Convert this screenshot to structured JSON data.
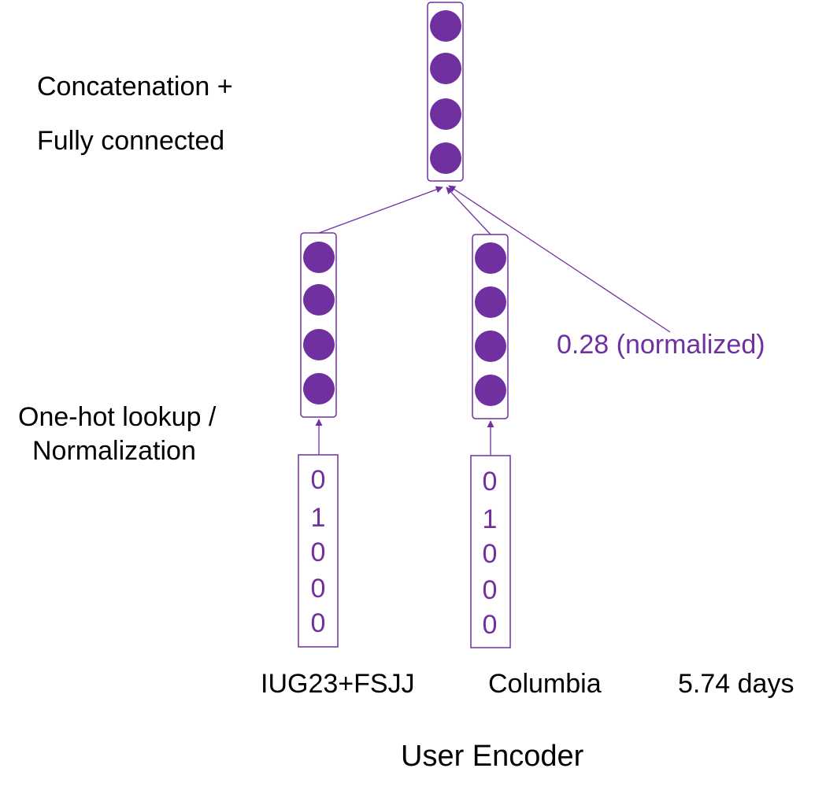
{
  "colors": {
    "purple": "#7030A0",
    "text": "#000000"
  },
  "labels": {
    "concat_line1": "Concatenation +",
    "concat_line2": "Fully connected",
    "lookup_line1": "One-hot lookup /",
    "lookup_line2": "Normalization",
    "normalized_value": "0.28 (normalized)",
    "title": "User Encoder"
  },
  "inputs": [
    {
      "label": "IUG23+FSJJ",
      "one_hot": [
        "0",
        "1",
        "0",
        "0",
        "0"
      ]
    },
    {
      "label": "Columbia",
      "one_hot": [
        "0",
        "1",
        "0",
        "0",
        "0"
      ]
    },
    {
      "label": "5.74 days"
    }
  ]
}
